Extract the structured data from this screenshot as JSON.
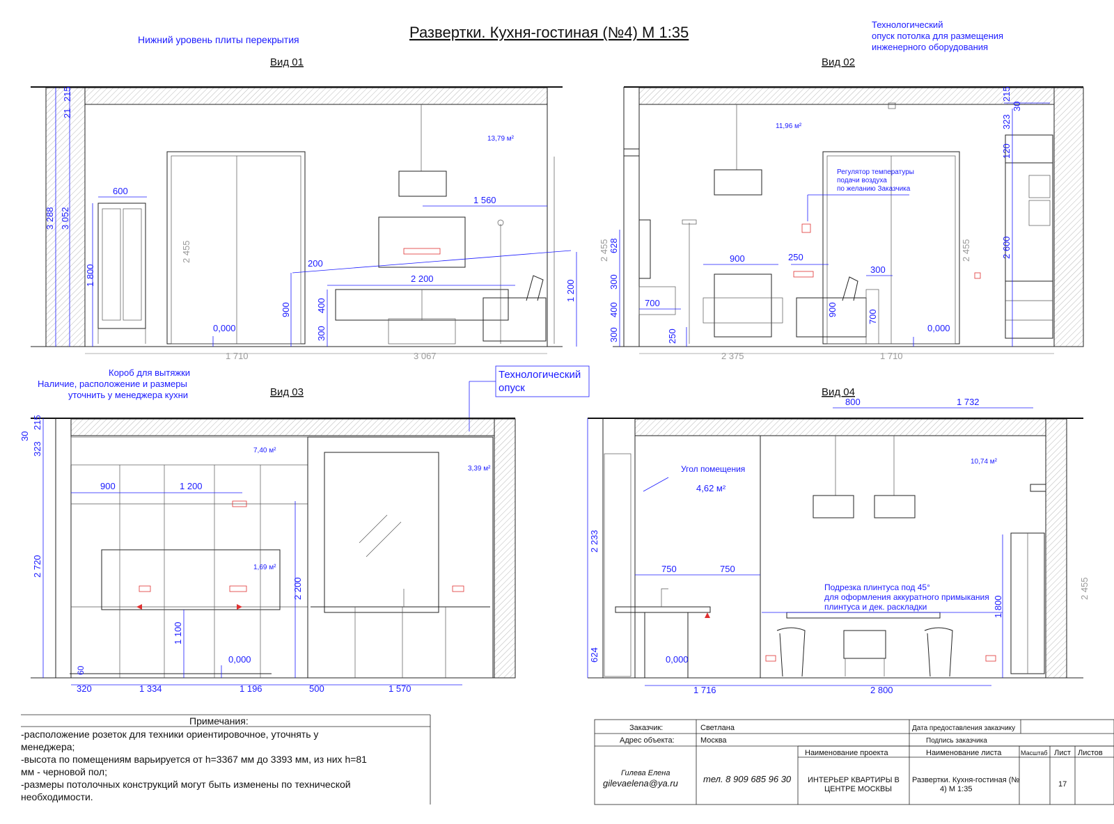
{
  "sheet": {
    "title": "Развертки. Кухня-гостиная (№4) М 1:35",
    "note_slab": "Нижний уровень плиты перекрытия",
    "note_ceiling": [
      "Технологический",
      "опуск потолка для размещения",
      " инженерного оборудования"
    ]
  },
  "views": {
    "v1": {
      "label": "Вид 01",
      "area": "13,79 м²",
      "dims_blue": [
        "215",
        "21",
        "3 288",
        "3 052",
        "600",
        "1 800",
        "1 560",
        "2 200",
        "200",
        "900",
        "400",
        "300",
        "0,000",
        "1 200"
      ],
      "dims_grey": [
        "2 455",
        "1 710",
        "3 067"
      ]
    },
    "v2": {
      "label": "Вид 02",
      "area": "11,96 м²",
      "note_regulator": [
        "Регулятор температуры",
        "подачи воздуха",
        "по желанию Заказчика"
      ],
      "dims_blue": [
        "215",
        "30",
        "323",
        "120",
        "2 600",
        "628",
        "300",
        "400",
        "300",
        "700",
        "250",
        "900",
        "250",
        "900",
        "700",
        "300",
        "0,000"
      ],
      "dims_grey": [
        "2 455",
        "2 455",
        "2 375",
        "1 710"
      ]
    },
    "v3": {
      "label": "Вид 03",
      "note_hood": [
        "Короб для вытяжки",
        "Наличие, расположение и размеры",
        "уточнить у менеджера кухни"
      ],
      "note_tech": [
        "Технологический",
        "опуск"
      ],
      "area1": "7,40 м²",
      "area2": "3,39 м²",
      "area3": "1,69 м²",
      "dims_blue": [
        "30",
        "215",
        "323",
        "2 720",
        "900",
        "1 200",
        "2 200",
        "1 100",
        "60",
        "0,000",
        "320",
        "1 334",
        "1 196",
        "500",
        "1 570"
      ]
    },
    "v4": {
      "label": "Вид 04",
      "note_corner": "Угол помещения",
      "area_small": "4,62 м²",
      "area": "10,74 м²",
      "note_plinth": [
        "Подрезка плинтуса под 45°",
        "для оформления аккуратного примыкания",
        "плинтуса и дек. раскладки"
      ],
      "dims_blue": [
        "800",
        "1 732",
        "2 233",
        "750",
        "750",
        "624",
        "0,000",
        "1 800",
        "1 716",
        "2 800"
      ],
      "dims_grey": [
        "2 455"
      ]
    }
  },
  "notes": {
    "heading": "Примечания:",
    "lines": [
      "-расположение розеток для техники ориентировочное, уточнять у",
      "менеджера;",
      "-высота по помещениям варьируется от h=3367 мм до 3393 мм, из них h=81",
      "мм - черновой пол;",
      "-размеры потолочных конструкций могут быть изменены по технической",
      "необходимости."
    ]
  },
  "title_block": {
    "customer_label": "Заказчик:",
    "customer": "Светлана",
    "address_label": "Адрес объекта:",
    "address": "Москва",
    "date_label": "Дата предоставления заказчику",
    "sign_label": "Подпись заказчика",
    "project_label": "Наименование проекта",
    "sheet_name_label": "Наименование листа",
    "scale_label": "Масштаб",
    "sheet_label": "Лист",
    "sheets_label": "Листов",
    "designer": "Гилева Елена",
    "email": "gilevaelena@ya.ru",
    "phone": "тел. 8 909 685 96 30",
    "project": [
      "ИНТЕРЬЕР КВАРТИРЫ В",
      "ЦЕНТРЕ МОСКВЫ"
    ],
    "sheet_name": [
      "Развертки. Кухня-гостиная (№",
      "4) М 1:35"
    ],
    "sheet_no": "17"
  },
  "colors": {
    "annotation": "#1a1aff",
    "grey_dims": "#9a9a9a",
    "sockets": "#e03030"
  }
}
